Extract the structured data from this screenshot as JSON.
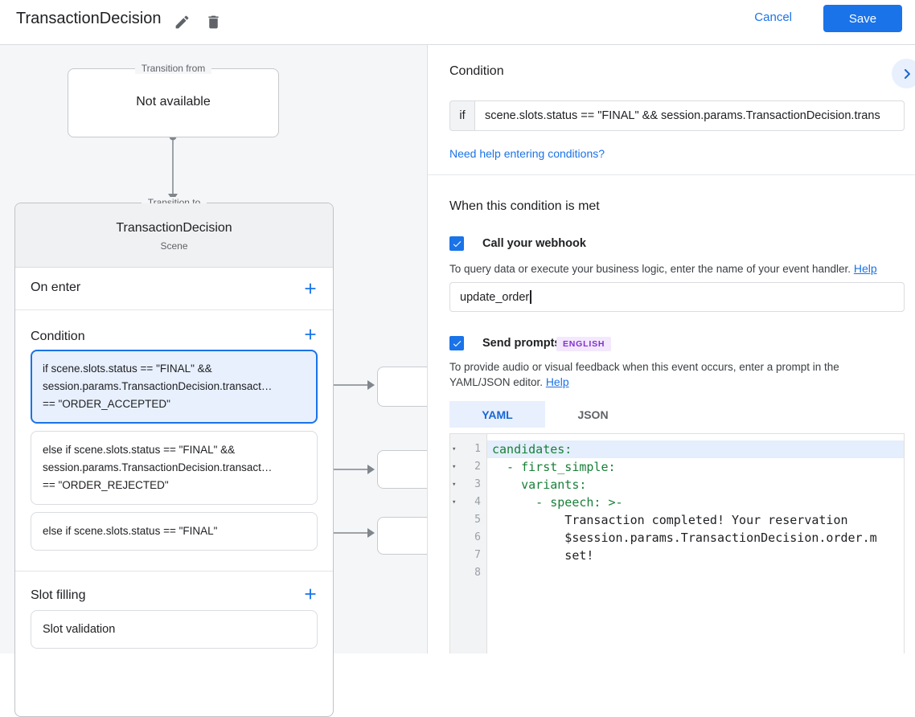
{
  "topbar": {
    "title": "TransactionDecision",
    "cancel_label": "Cancel",
    "save_label": "Save"
  },
  "diagram": {
    "transition_from": {
      "legend": "Transition from",
      "body": "Not available"
    },
    "scene": {
      "legend": "Transition to",
      "title": "TransactionDecision",
      "type_label": "Scene",
      "on_enter_label": "On enter",
      "condition_label": "Condition",
      "condition_cards": [
        {
          "selected": true,
          "lines": [
            "if scene.slots.status == \"FINAL\" &&",
            "session.params.TransactionDecision.transact…",
            "== \"ORDER_ACCEPTED\""
          ]
        },
        {
          "selected": false,
          "lines": [
            "else if scene.slots.status == \"FINAL\" &&",
            "session.params.TransactionDecision.transact…",
            "== \"ORDER_REJECTED\""
          ]
        },
        {
          "selected": false,
          "lines": [
            "else if scene.slots.status == \"FINAL\""
          ]
        }
      ],
      "slot_filling_label": "Slot filling",
      "slot_card_label": "Slot validation"
    }
  },
  "panel": {
    "condition_heading": "Condition",
    "if_label": "if",
    "condition_expression": "scene.slots.status == \"FINAL\" && session.params.TransactionDecision.trans",
    "condition_help_link": "Need help entering conditions?",
    "when_met_heading": "When this condition is met",
    "webhook_label": "Call your webhook",
    "webhook_helper": "To query data or execute your business logic, enter the name of your event handler.",
    "webhook_help_link": "Help",
    "webhook_value": "update_order",
    "prompts_label": "Send prompts",
    "language_badge": "ENGLISH",
    "prompts_helper": "To provide audio or visual feedback when this event occurs, enter a prompt in the YAML/JSON editor.",
    "prompts_help_link": "Help",
    "tab_yaml": "YAML",
    "tab_json": "JSON",
    "editor_lines": [
      {
        "number": 1,
        "fold": true,
        "highlight": true,
        "kind": "key",
        "text": "candidates:"
      },
      {
        "number": 2,
        "fold": true,
        "highlight": false,
        "kind": "key",
        "text": "  - first_simple:"
      },
      {
        "number": 3,
        "fold": true,
        "highlight": false,
        "kind": "key",
        "text": "    variants:"
      },
      {
        "number": 4,
        "fold": true,
        "highlight": false,
        "kind": "key",
        "text": "      - speech: >-"
      },
      {
        "number": 5,
        "fold": false,
        "highlight": false,
        "kind": "plain",
        "text": "          Transaction completed! Your reservation"
      },
      {
        "number": 6,
        "fold": false,
        "highlight": false,
        "kind": "plain",
        "text": "          $session.params.TransactionDecision.order.m"
      },
      {
        "number": 7,
        "fold": false,
        "highlight": false,
        "kind": "plain",
        "text": "          set!"
      },
      {
        "number": 8,
        "fold": false,
        "highlight": false,
        "kind": "plain",
        "text": ""
      }
    ]
  },
  "colors": {
    "accent": "#1a73e8",
    "accent_light": "#e8f0fe",
    "code_key": "#188038",
    "badge_bg": "#f3e8fd",
    "badge_text": "#8430ce"
  }
}
